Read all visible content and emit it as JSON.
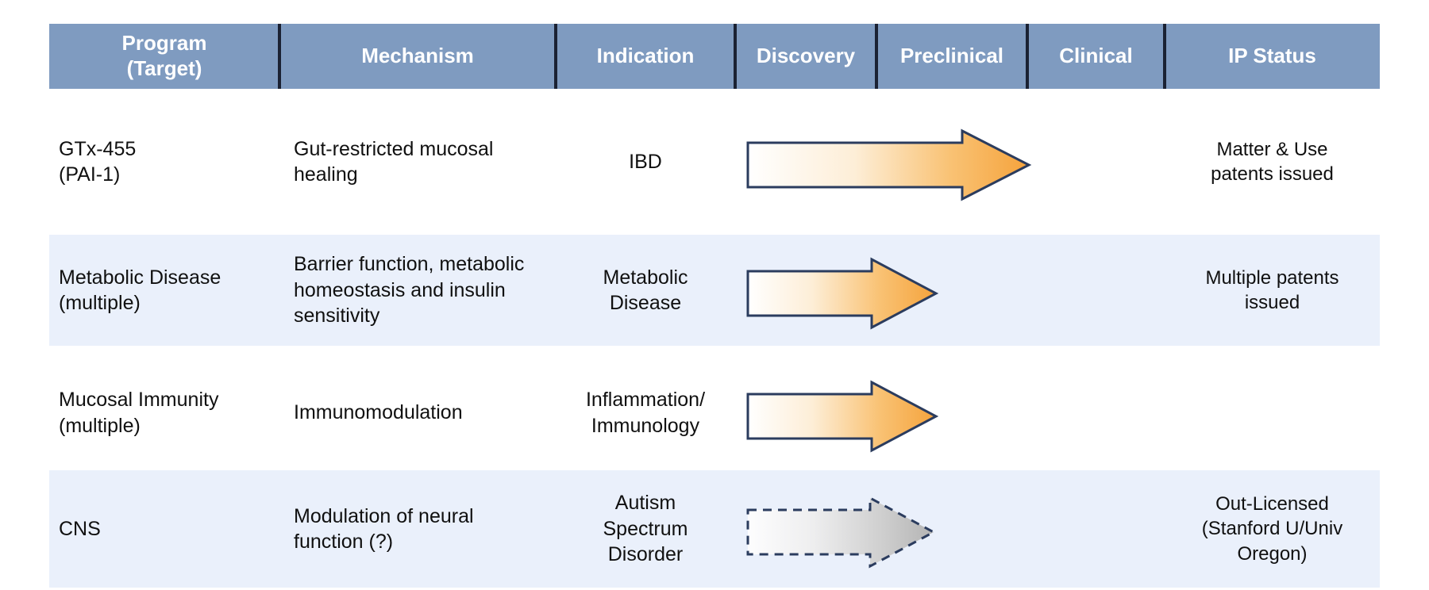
{
  "table": {
    "columns": [
      {
        "id": "program",
        "label": "Program\n(Target)",
        "label_line1": "Program",
        "label_line2": "(Target)"
      },
      {
        "id": "mechanism",
        "label": "Mechanism"
      },
      {
        "id": "indication",
        "label": "Indication"
      },
      {
        "id": "discovery",
        "label": "Discovery"
      },
      {
        "id": "preclinical",
        "label": "Preclinical"
      },
      {
        "id": "clinical",
        "label": "Clinical"
      },
      {
        "id": "ip_status",
        "label": "IP Status"
      }
    ],
    "header_background": "#7f9bc0",
    "header_text_color": "#ffffff",
    "row_shade_color": "#eaf0fb",
    "divider_color": "#1b2233",
    "rows": [
      {
        "program": "GTx-455\n(PAI-1)",
        "program_line1": "GTx-455",
        "program_line2": "(PAI-1)",
        "mechanism": "Gut-restricted mucosal healing",
        "indication": "IBD",
        "ip_status": "Matter & Use patents issued",
        "ip_line1": "Matter & Use",
        "ip_line2": "patents issued",
        "progress": {
          "style": "solid",
          "fill_start": "#ffffff",
          "fill_end": "#f5a640",
          "border_color": "#2b3c5e",
          "reaches_stage": "Clinical",
          "extent_percent": 62
        }
      },
      {
        "program": "Metabolic Disease\n(multiple)",
        "program_line1": "Metabolic Disease",
        "program_line2": "(multiple)",
        "mechanism": "Barrier function, metabolic homeostasis and insulin sensitivity",
        "indication": "Metabolic Disease",
        "indication_line1": "Metabolic",
        "indication_line2": "Disease",
        "ip_status": "Multiple patents issued",
        "ip_line1": "Multiple patents",
        "ip_line2": "issued",
        "progress": {
          "style": "solid",
          "fill_start": "#ffffff",
          "fill_end": "#f5a640",
          "border_color": "#2b3c5e",
          "reaches_stage": "Preclinical",
          "extent_percent": 42
        }
      },
      {
        "program": "Mucosal Immunity\n(multiple)",
        "program_line1": "Mucosal Immunity",
        "program_line2": "(multiple)",
        "mechanism": "Immunomodulation",
        "indication": "Inflammation/ Immunology",
        "indication_line1": "Inflammation/",
        "indication_line2": "Immunology",
        "ip_status": "",
        "ip_line1": "",
        "ip_line2": "",
        "progress": {
          "style": "solid",
          "fill_start": "#ffffff",
          "fill_end": "#f5a640",
          "border_color": "#2b3c5e",
          "reaches_stage": "Preclinical",
          "extent_percent": 42
        }
      },
      {
        "program": "CNS",
        "program_line1": "CNS",
        "program_line2": "",
        "mechanism": "Modulation of neural function (?)",
        "indication": "Autism Spectrum Disorder",
        "indication_line1": "Autism",
        "indication_line2": "Spectrum",
        "indication_line3": "Disorder",
        "ip_status": "Out-Licensed (Stanford U/Univ Oregon)",
        "ip_line1": "Out-Licensed",
        "ip_line2": "(Stanford U/Univ",
        "ip_line3": "Oregon)",
        "progress": {
          "style": "dashed",
          "fill_start": "#fdfdfe",
          "fill_end": "#b8b8b8",
          "border_color": "#2b3c5e",
          "reaches_stage": "Preclinical",
          "extent_percent": 41
        }
      }
    ]
  }
}
